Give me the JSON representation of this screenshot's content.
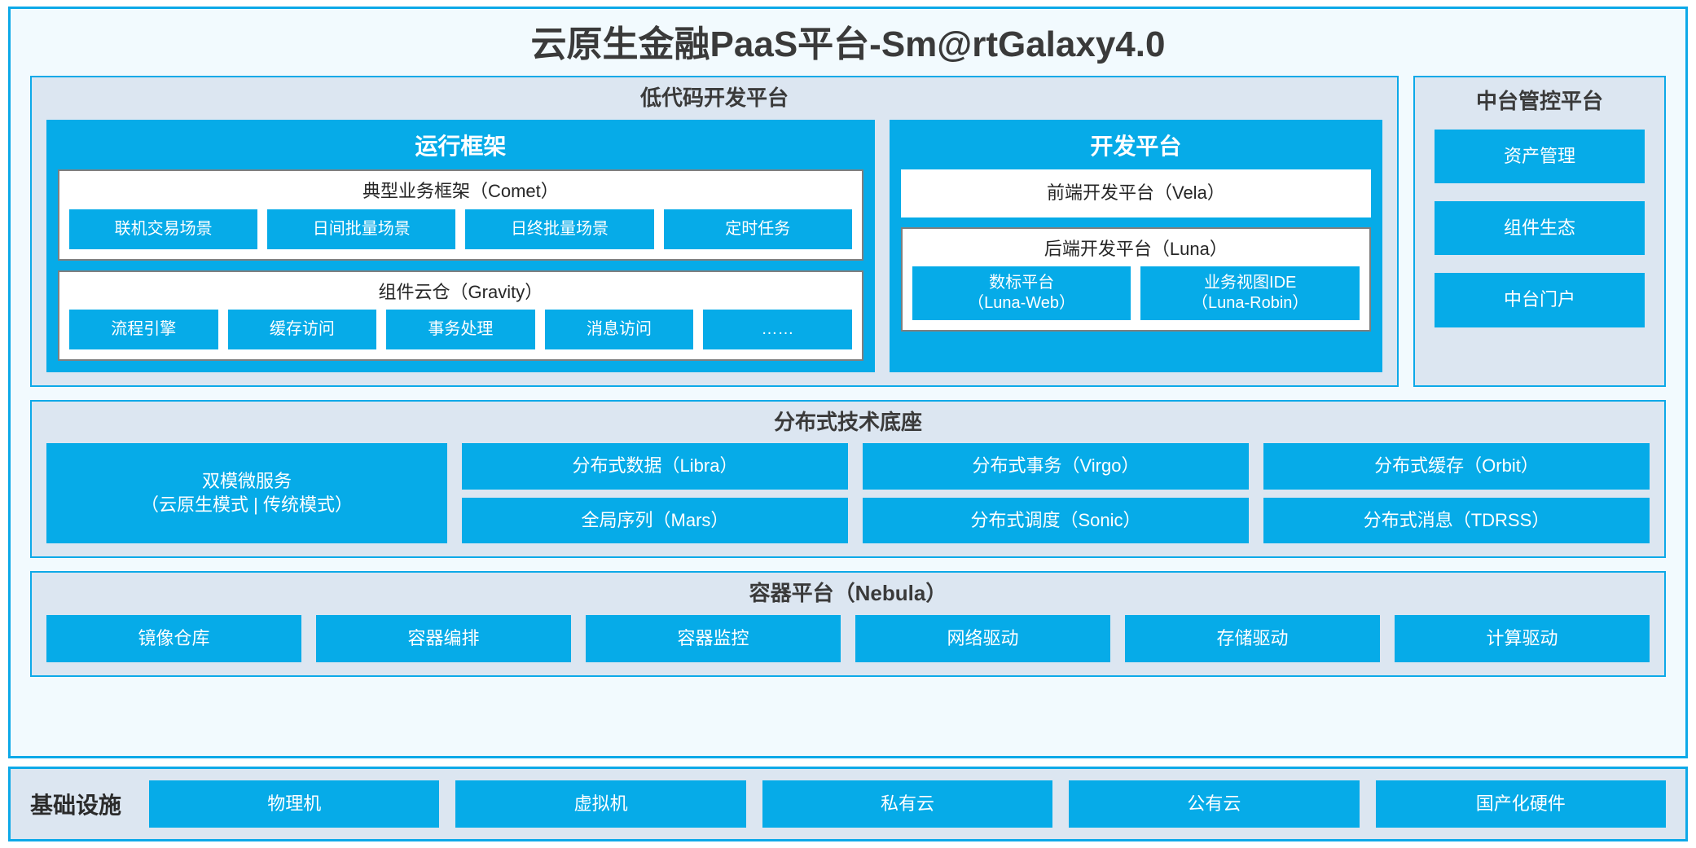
{
  "page": {
    "title": "云原生金融PaaS平台-Sm@rtGalaxy4.0",
    "accent_blue": "#06ABE8",
    "border_blue": "#0DA9E8",
    "panel_bg": "#DCE6F1",
    "card_bg": "#F2FAFE",
    "box_border_gray": "#7F7F7F"
  },
  "lowcode": {
    "title": "低代码开发平台",
    "runtime": {
      "title": "运行框架",
      "groups": [
        {
          "title": "典型业务框架（Comet）",
          "items": [
            "联机交易场景",
            "日间批量场景",
            "日终批量场景",
            "定时任务"
          ]
        },
        {
          "title": "组件云仓（Gravity）",
          "items": [
            "流程引擎",
            "缓存访问",
            "事务处理",
            "消息访问",
            "……"
          ]
        }
      ]
    },
    "devplatform": {
      "title": "开发平台",
      "frontend_bar": "前端开发平台（Vela）",
      "backend": {
        "title": "后端开发平台（Luna）",
        "items": [
          {
            "line1": "数标平台",
            "line2": "（Luna-Web）"
          },
          {
            "line1": "业务视图IDE",
            "line2": "（Luna-Robin）"
          }
        ]
      }
    }
  },
  "console": {
    "title": "中台管控平台",
    "items": [
      "资产管理",
      "组件生态",
      "中台门户"
    ]
  },
  "distributed": {
    "title": "分布式技术底座",
    "highlight": {
      "line1": "双模微服务",
      "line2": "（云原生模式 | 传统模式）"
    },
    "columns": [
      [
        "分布式数据（Libra）",
        "全局序列（Mars）"
      ],
      [
        "分布式事务（Virgo）",
        "分布式调度（Sonic）"
      ],
      [
        "分布式缓存（Orbit）",
        "分布式消息（TDRSS）"
      ]
    ]
  },
  "container_platform": {
    "title": "容器平台（Nebula）",
    "items": [
      "镜像仓库",
      "容器编排",
      "容器监控",
      "网络驱动",
      "存储驱动",
      "计算驱动"
    ]
  },
  "infrastructure": {
    "label": "基础设施",
    "items": [
      "物理机",
      "虚拟机",
      "私有云",
      "公有云",
      "国产化硬件"
    ]
  }
}
